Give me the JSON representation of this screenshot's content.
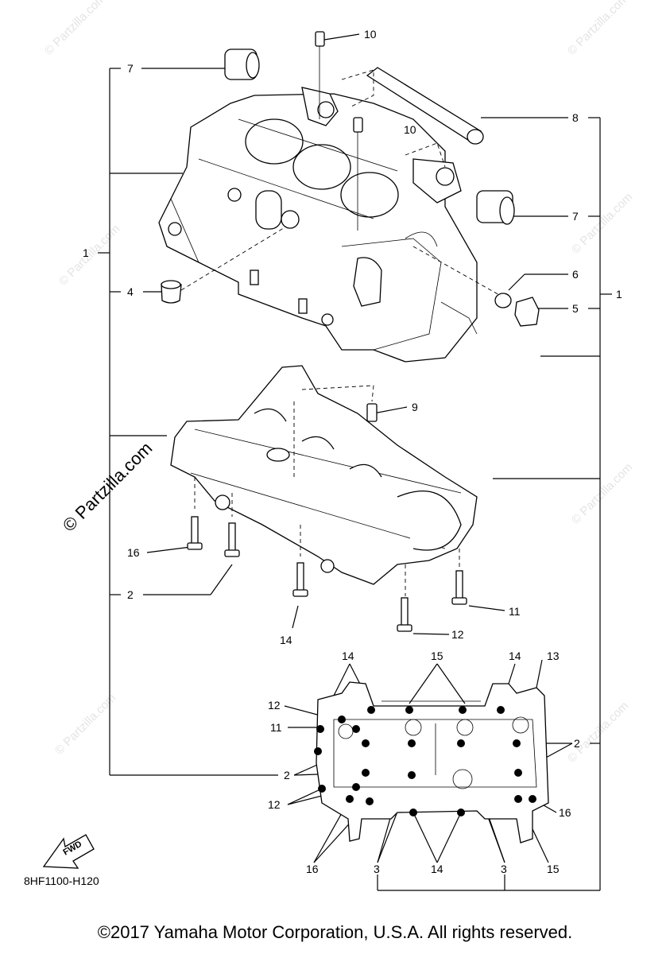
{
  "watermark": "© Partzilla.com",
  "copyright": "©2017 Yamaha Motor Corporation, U.S.A. All rights reserved.",
  "model_code": "8HF1100-H120",
  "fwd_label": "FWD",
  "callouts": {
    "c10a": "10",
    "c10b": "10",
    "c7a": "7",
    "c7b": "7",
    "c8": "8",
    "c1a": "1",
    "c1b": "1",
    "c6": "6",
    "c5": "5",
    "c4": "4",
    "c9": "9",
    "c16a": "16",
    "c2a": "2",
    "c14a": "14",
    "c11a": "11",
    "c12a": "12",
    "c14b": "14",
    "c15a": "15",
    "c14c": "14",
    "c13": "13",
    "c12b": "12",
    "c11b": "11",
    "c2b": "2",
    "c2c": "2",
    "c12c": "12",
    "c16b": "16",
    "c16c": "16",
    "c3a": "3",
    "c14d": "14",
    "c3b": "3",
    "c15b": "15"
  }
}
